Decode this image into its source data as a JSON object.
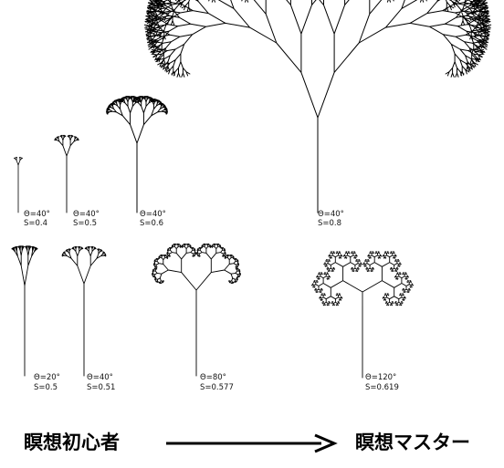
{
  "trees": [
    {
      "id": "t1",
      "theta_label": "Θ=40°",
      "s_label": "S=0.4",
      "theta_deg": 40,
      "scale": 0.4
    },
    {
      "id": "t2",
      "theta_label": "Θ=40°",
      "s_label": "S=0.5",
      "theta_deg": 40,
      "scale": 0.5
    },
    {
      "id": "t3",
      "theta_label": "Θ=40°",
      "s_label": "S=0.6",
      "theta_deg": 40,
      "scale": 0.6
    },
    {
      "id": "t4",
      "theta_label": "Θ=40°",
      "s_label": "S=0.8",
      "theta_deg": 40,
      "scale": 0.8
    },
    {
      "id": "t5",
      "theta_label": "Θ=20°",
      "s_label": "S=0.5",
      "theta_deg": 20,
      "scale": 0.5
    },
    {
      "id": "t6",
      "theta_label": "Θ=40°",
      "s_label": "S=0.51",
      "theta_deg": 40,
      "scale": 0.51
    },
    {
      "id": "t7",
      "theta_label": "Θ=80°",
      "s_label": "S=0.577",
      "theta_deg": 80,
      "scale": 0.577
    },
    {
      "id": "t8",
      "theta_label": "Θ=120°",
      "s_label": "S=0.619",
      "theta_deg": 120,
      "scale": 0.619
    }
  ],
  "caption": {
    "left": "瞑想初心者",
    "right": "瞑想マスター"
  },
  "colors": {
    "ink": "#000000",
    "background": "#ffffff"
  }
}
